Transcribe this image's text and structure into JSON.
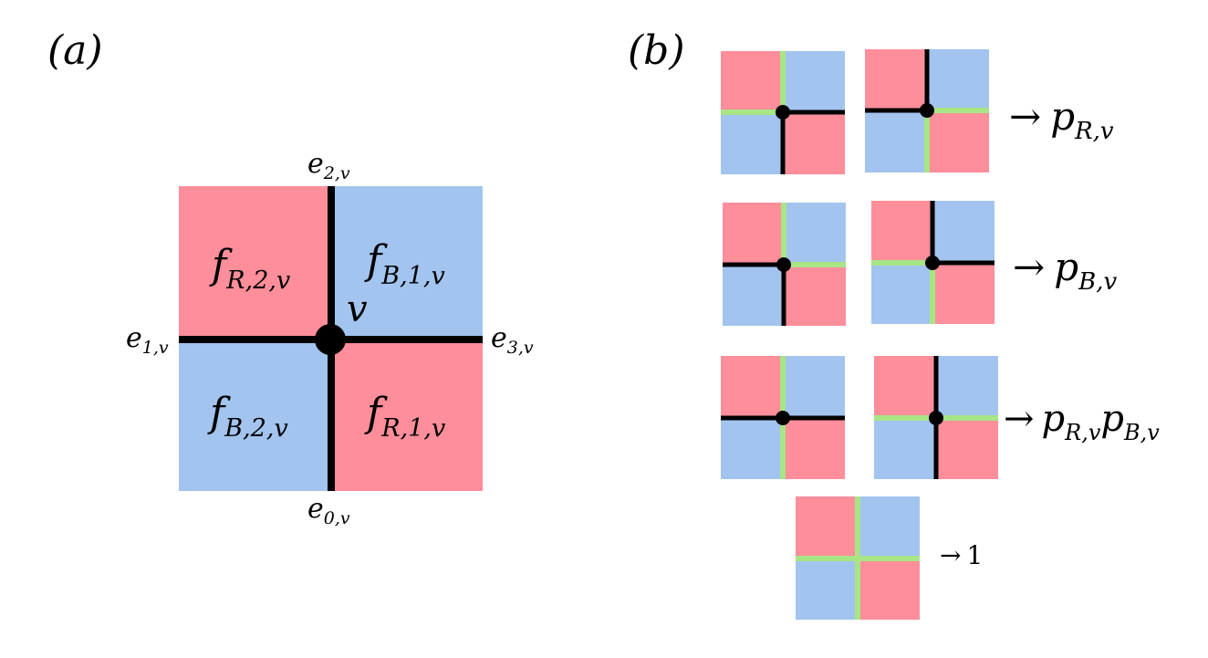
{
  "colors": {
    "red_face": "#FF8E9B",
    "blue_face": "#A2C4EF",
    "green_edge": "#A8E585",
    "black_edge": "#000000"
  },
  "panel_a": {
    "label": "(a)",
    "vertex_label": "v",
    "edges": {
      "e0": {
        "main": "e",
        "sub": "0,v"
      },
      "e1": {
        "main": "e",
        "sub": "1,v"
      },
      "e2": {
        "main": "e",
        "sub": "2,v"
      },
      "e3": {
        "main": "e",
        "sub": "3,v"
      }
    },
    "faces": {
      "top_left": {
        "main": "f",
        "sub": "R,2,v"
      },
      "top_right": {
        "main": "f",
        "sub": "B,1,v"
      },
      "bottom_left": {
        "main": "f",
        "sub": "B,2,v"
      },
      "bottom_right": {
        "main": "f",
        "sub": "R,1,v"
      }
    }
  },
  "panel_b": {
    "label": "(b)",
    "arrow": "→",
    "rows": [
      {
        "result": [
          {
            "main": "p",
            "sub": "R,v"
          }
        ]
      },
      {
        "result": [
          {
            "main": "p",
            "sub": "B,v"
          }
        ]
      },
      {
        "result": [
          {
            "main": "p",
            "sub": "R,v"
          },
          {
            "main": "p",
            "sub": "B,v"
          }
        ]
      },
      {
        "result_text": "1"
      }
    ]
  }
}
